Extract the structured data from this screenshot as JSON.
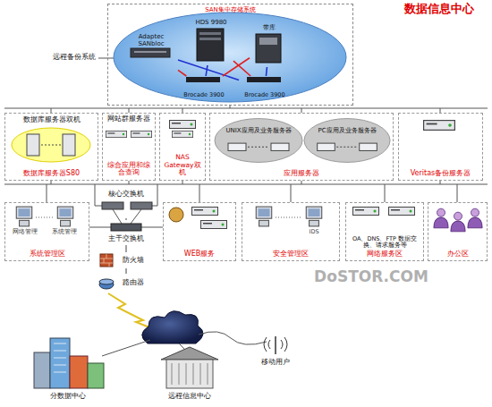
{
  "diagram": {
    "title": "数据信息中心",
    "nodes": [
      {
        "text": [
          "SAN集中存储系统"
        ]
      },
      {
        "text": [
          "Adaptec SANbloc"
        ],
        "in": 0
      },
      {
        "text": [
          "HDS 9980"
        ],
        "in": 0
      },
      {
        "text": [
          "带库"
        ],
        "in": 0
      },
      {
        "text": [
          "Brocade 3900"
        ],
        "in": 0
      },
      {
        "text": [
          "Brocade 3900"
        ],
        "in": 0
      },
      {
        "text": [
          "数据库服务器双机",
          "数据库服务器S80"
        ]
      },
      {
        "text": [
          "网站群服务器",
          "综合应用和综合查询"
        ]
      },
      {
        "text": [
          "NAS Gateway双机"
        ]
      },
      {
        "text": [
          "应用服务器"
        ]
      },
      {
        "text": [
          "UNIX应用及业务服务器"
        ],
        "in": 9
      },
      {
        "text": [
          "PC应用及业务服务器"
        ],
        "in": 9
      },
      {
        "text": [
          "Veritas备份服务器"
        ]
      },
      {
        "text": [
          "系统管理区"
        ]
      },
      {
        "text": [
          "核心交换机"
        ]
      },
      {
        "text": [
          "主干交换机"
        ]
      },
      {
        "text": [
          "防火墙"
        ]
      },
      {
        "text": [
          "路由器"
        ]
      },
      {
        "text": [
          "WEB服务"
        ]
      },
      {
        "text": [
          "安全管理区"
        ]
      },
      {
        "text": [
          "OA、DNS、FTP 数据交换、请求服务等",
          "网络服务区"
        ]
      },
      {
        "text": [
          "办公区"
        ]
      },
      {
        "text": [
          "分数据中心"
        ]
      },
      {
        "text": [
          "远程信息中心"
        ]
      },
      {
        "text": [
          "移动用户"
        ]
      }
    ],
    "edges": [
      {
        "from": 1,
        "to": 4,
        "arrow": "none"
      },
      {
        "from": 1,
        "to": 5,
        "arrow": "none"
      },
      {
        "from": 2,
        "to": 4,
        "arrow": "none"
      },
      {
        "from": 2,
        "to": 5,
        "arrow": "none"
      },
      {
        "from": 3,
        "to": 4,
        "arrow": "none"
      },
      {
        "from": 3,
        "to": 5,
        "arrow": "none"
      },
      {
        "from": 14,
        "to": 15,
        "arrow": "none"
      },
      {
        "from": 15,
        "to": 16,
        "arrow": "none"
      },
      {
        "from": 16,
        "to": 17,
        "arrow": "none"
      }
    ],
    "labels": [
      "远程备份系统",
      "网络管理",
      "系统管理",
      "IDS",
      "DoSTOR.COM"
    ]
  }
}
